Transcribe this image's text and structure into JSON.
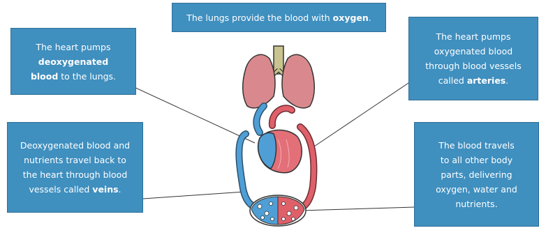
{
  "labels": {
    "lungs": {
      "pre": "The lungs provide the blood with ",
      "bold": "oxygen",
      "post": "."
    },
    "heart_to_lungs": {
      "line1": "The heart pumps",
      "bold1": "deoxygenated",
      "bold2": "blood",
      "post": " to the lungs."
    },
    "arteries": {
      "line1": "The heart pumps",
      "line2": "oxygenated blood",
      "line3": "through blood vessels",
      "pre4": "called ",
      "bold": "arteries",
      "post": "."
    },
    "veins": {
      "line1": "Deoxygenated blood and",
      "line2": "nutrients travel back to",
      "line3": "the heart through blood",
      "pre4": "vessels called ",
      "bold": "veins",
      "post": "."
    },
    "body": {
      "line1": "The blood travels",
      "line2": "to all other body",
      "line3": "parts, delivering",
      "line4": "oxygen, water and",
      "line5": "nutrients."
    }
  },
  "colors": {
    "box_fill": "#3f8fbf",
    "deoxygenated": "#4f9fd6",
    "oxygenated": "#e0606a",
    "lung": "#d9898d",
    "trachea": "#c9c48f"
  }
}
